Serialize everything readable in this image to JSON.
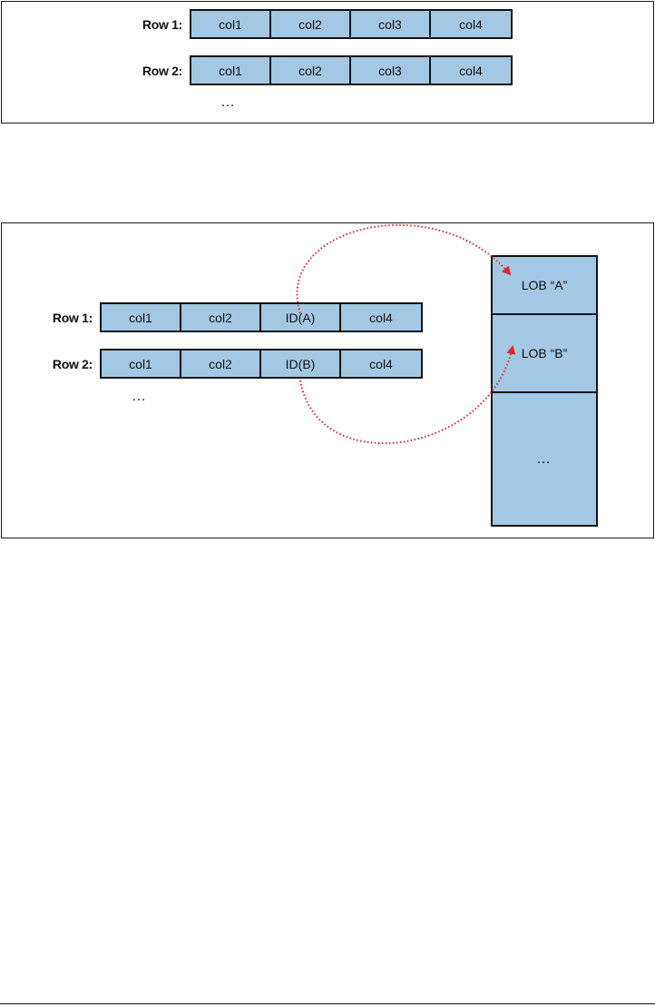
{
  "top_diagram": {
    "rows": [
      {
        "label": "Row 1:",
        "cells": [
          "col1",
          "col2",
          "col3",
          "col4"
        ]
      },
      {
        "label": "Row 2:",
        "cells": [
          "col1",
          "col2",
          "col3",
          "col4"
        ]
      }
    ],
    "ellipsis": "…"
  },
  "bottom_diagram": {
    "rows": [
      {
        "label": "Row 1:",
        "cells": [
          "col1",
          "col2",
          "ID(A)",
          "col4"
        ]
      },
      {
        "label": "Row 2:",
        "cells": [
          "col1",
          "col2",
          "ID(B)",
          "col4"
        ]
      }
    ],
    "ellipsis": "…",
    "lob_storage": {
      "items": [
        "LOB “A”",
        "LOB “B”"
      ],
      "ellipsis": "…"
    }
  },
  "colors": {
    "cell_fill": "#a3c8e4",
    "border": "#111111",
    "arrow": "#e0262b"
  }
}
